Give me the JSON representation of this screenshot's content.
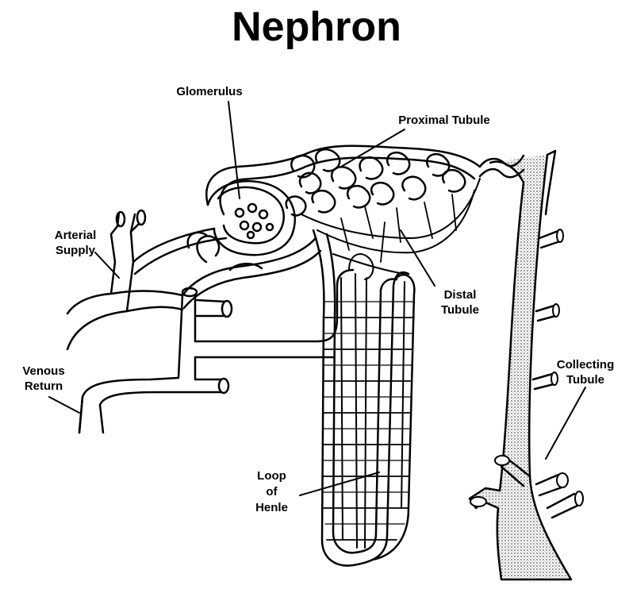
{
  "title": "Nephron",
  "labels": {
    "glomerulus": "Glomerulus",
    "proximal_tubule": "Proximal Tubule",
    "arterial_line1": "Arterial",
    "arterial_line2": "Supply",
    "distal_line1": "Distal",
    "distal_line2": "Tubule",
    "venous_line1": "Venous",
    "venous_line2": "Return",
    "collecting_line1": "Collecting",
    "collecting_line2": "Tubule",
    "loop_line1": "Loop",
    "loop_line2": "of",
    "loop_line3": "Henle"
  },
  "colors": {
    "ink": "#000000",
    "shade": "#8a8a8a",
    "background": "#ffffff"
  }
}
